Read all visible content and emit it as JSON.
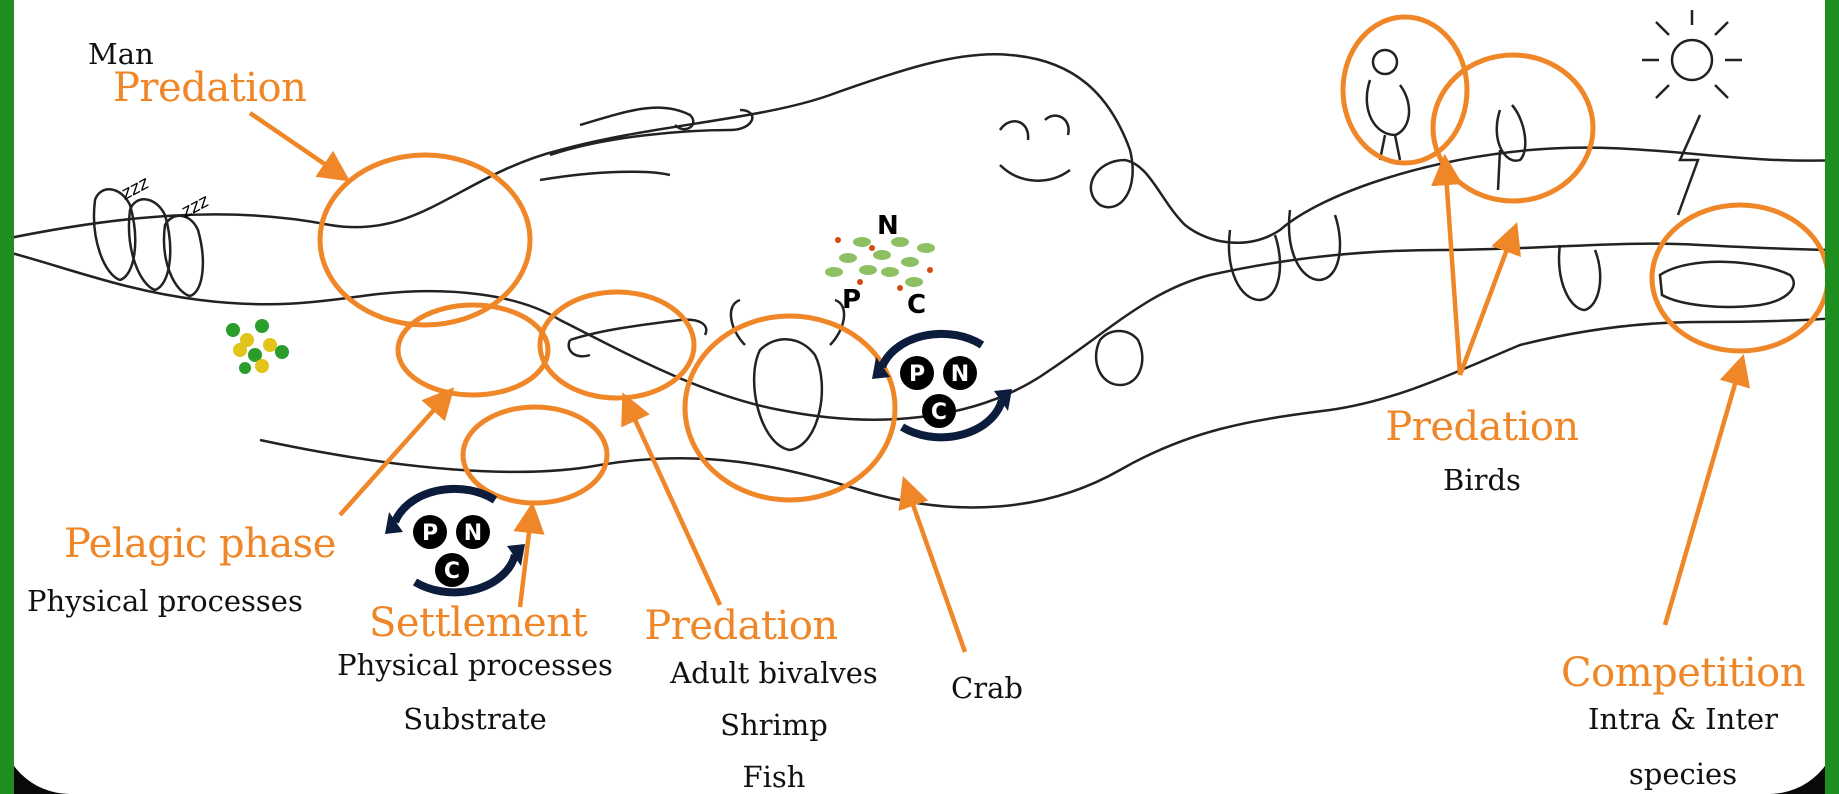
{
  "labels": {
    "man": "Man",
    "predation_man": "Predation",
    "pelagic": "Pelagic phase",
    "pelagic_sub": "Physical processes",
    "settlement": "Settlement",
    "settlement_sub1": "Physical processes",
    "settlement_sub2": "Substrate",
    "predation_mid": "Predation",
    "predation_mid_sub1": "Adult bivalves",
    "predation_mid_sub2": "Shrimp",
    "predation_mid_sub3": "Fish",
    "crab": "Crab",
    "predation_birds": "Predation",
    "birds": "Birds",
    "competition": "Competition",
    "competition_sub1": "Intra & Inter",
    "competition_sub2": "species"
  },
  "nutrients": {
    "n": "N",
    "p": "P",
    "c": "C"
  },
  "cycles": [
    {
      "p": "P",
      "n": "N",
      "c": "C"
    },
    {
      "p": "P",
      "n": "N",
      "c": "C"
    }
  ],
  "decor": {
    "zzz1": "zzz",
    "zzz2": "zzz"
  },
  "colors": {
    "accent": "#ef8627",
    "frame": "#1e8f1e",
    "ink": "#111111"
  }
}
